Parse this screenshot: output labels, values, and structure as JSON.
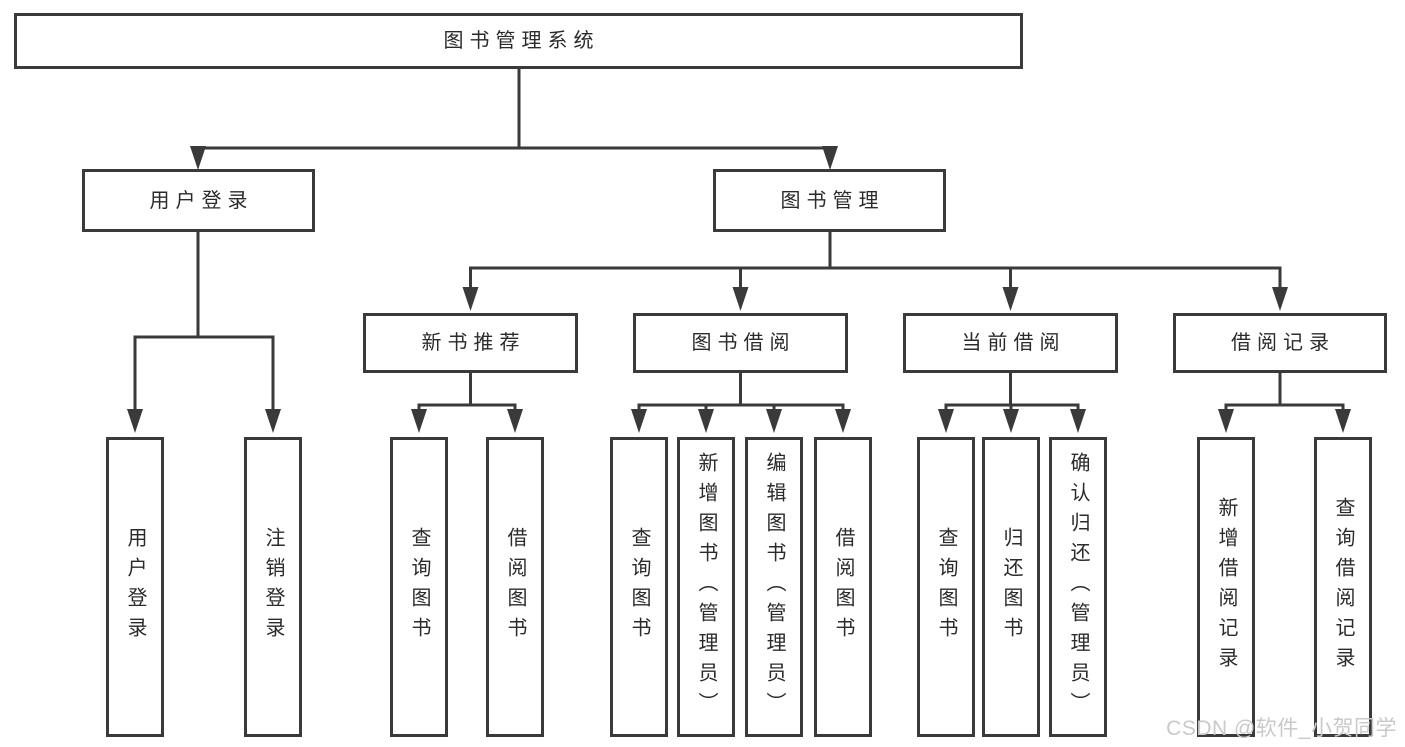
{
  "tree": {
    "root": {
      "label": "图书管理系统",
      "children": [
        {
          "label": "用户登录",
          "children": [
            {
              "label": "用户登录"
            },
            {
              "label": "注销登录"
            }
          ]
        },
        {
          "label": "图书管理",
          "children": [
            {
              "label": "新书推荐",
              "children": [
                {
                  "label": "查询图书"
                },
                {
                  "label": "借阅图书"
                }
              ]
            },
            {
              "label": "图书借阅",
              "children": [
                {
                  "label": "查询图书"
                },
                {
                  "label": "新增图书（管理员）"
                },
                {
                  "label": "编辑图书（管理员）"
                },
                {
                  "label": "借阅图书"
                }
              ]
            },
            {
              "label": "当前借阅",
              "children": [
                {
                  "label": "查询图书"
                },
                {
                  "label": "归还图书"
                },
                {
                  "label": "确认归还（管理员）"
                }
              ]
            },
            {
              "label": "借阅记录",
              "children": [
                {
                  "label": "新增借阅记录"
                },
                {
                  "label": "查询借阅记录"
                }
              ]
            }
          ]
        }
      ]
    }
  },
  "watermark": {
    "text": "CSDN @软件_小贺同学"
  },
  "colors": {
    "line": "#3a3a3a",
    "box_border": "#3a3a3a",
    "text": "#2b2b2b",
    "background": "#ffffff",
    "watermark": "#c9c9c9"
  }
}
